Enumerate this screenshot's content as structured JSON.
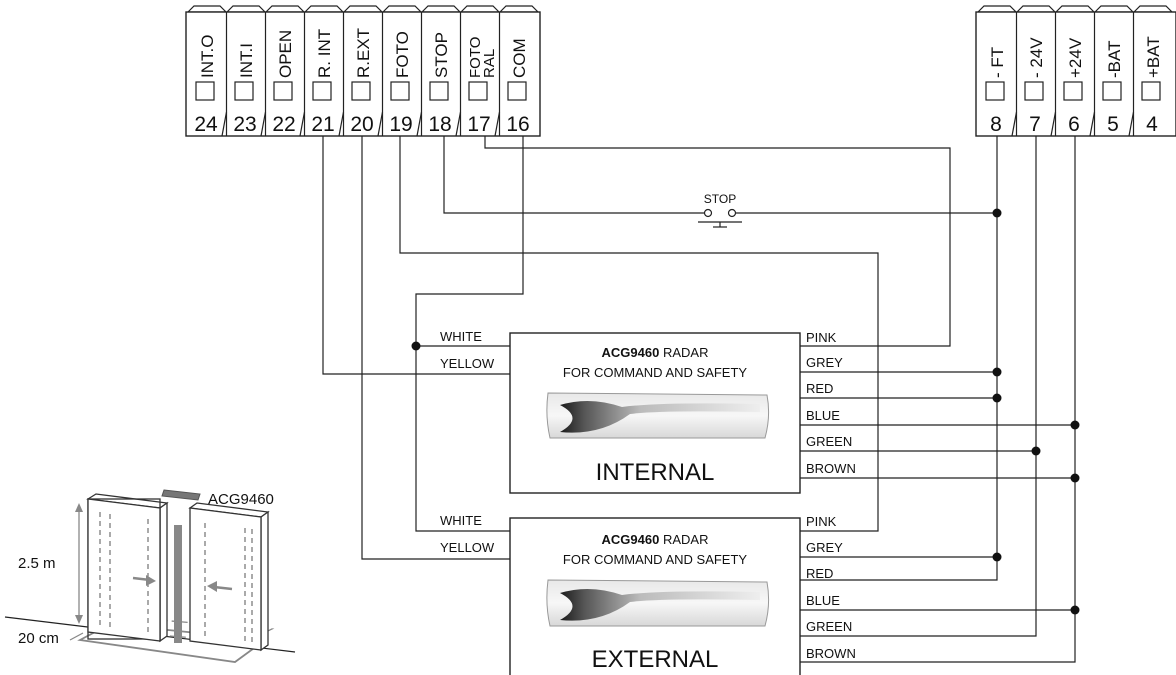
{
  "terminals_left": [
    {
      "number": "24",
      "label": "INT.O"
    },
    {
      "number": "23",
      "label": "INT.I"
    },
    {
      "number": "22",
      "label": "OPEN"
    },
    {
      "number": "21",
      "label": "R. INT"
    },
    {
      "number": "20",
      "label": "R.EXT"
    },
    {
      "number": "19",
      "label": "FOTO"
    },
    {
      "number": "18",
      "label": "STOP"
    },
    {
      "number": "17",
      "label": "FOTO RAL",
      "label_line1": "FOTO",
      "label_line2": "RAL"
    },
    {
      "number": "16",
      "label": "COM"
    }
  ],
  "terminals_right": [
    {
      "number": "8",
      "label": "- FT"
    },
    {
      "number": "7",
      "label": "- 24V"
    },
    {
      "number": "6",
      "label": "+24V"
    },
    {
      "number": "5",
      "label": "-BAT"
    },
    {
      "number": "4",
      "label": "+BAT"
    }
  ],
  "stop_label": "STOP",
  "radars": [
    {
      "model": "ACG9460",
      "title_rest": " RADAR",
      "subtitle": "FOR COMMAND AND SAFETY",
      "name": "INTERNAL",
      "left_wires": [
        "WHITE",
        "YELLOW"
      ],
      "right_wires": [
        "PINK",
        "GREY",
        "RED",
        "BLUE",
        "GREEN",
        "BROWN"
      ]
    },
    {
      "model": "ACG9460",
      "title_rest": " RADAR",
      "subtitle": "FOR COMMAND AND SAFETY",
      "name": "EXTERNAL",
      "left_wires": [
        "WHITE",
        "YELLOW"
      ],
      "right_wires": [
        "PINK",
        "GREY",
        "RED",
        "BLUE",
        "GREEN",
        "BROWN"
      ]
    }
  ],
  "installation": {
    "sensor_label": "ACG9460",
    "height_label": "2.5 m",
    "distance_label": "20 cm"
  }
}
